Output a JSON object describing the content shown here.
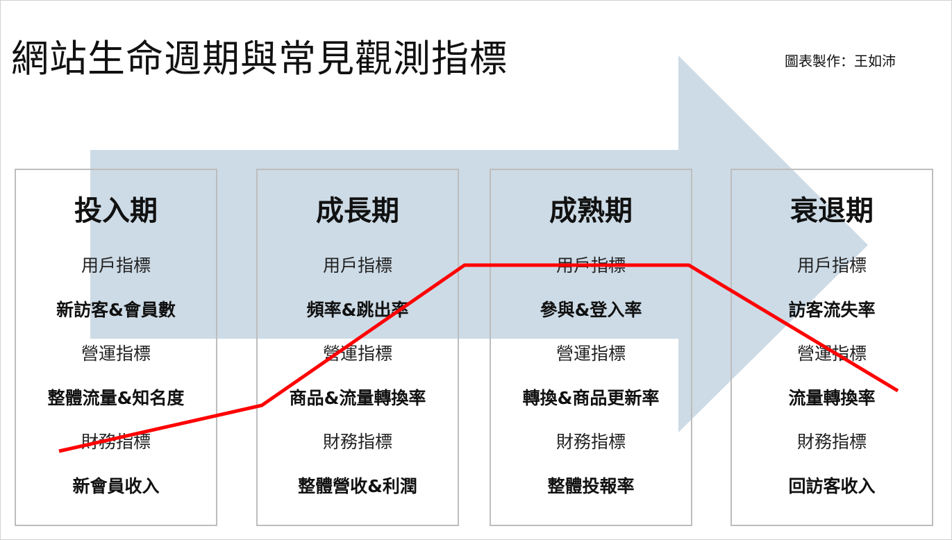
{
  "title": "網站生命週期與常見觀測指標",
  "credit": "圖表製作：王如沛",
  "colors": {
    "arrow": "#cddbe6",
    "trend": "#ff0000",
    "border": "#bdbdbd"
  },
  "stages": [
    {
      "name": "投入期",
      "rows": [
        "用戶指標",
        "新訪客&會員數",
        "營運指標",
        "整體流量&知名度",
        "財務指標",
        "新會員收入"
      ]
    },
    {
      "name": "成長期",
      "rows": [
        "用戶指標",
        "頻率&跳出率",
        "營運指標",
        "商品&流量轉換率",
        "財務指標",
        "整體營收&利潤"
      ]
    },
    {
      "name": "成熟期",
      "rows": [
        "用戶指標",
        "參與&登入率",
        "營運指標",
        "轉換&商品更新率",
        "財務指標",
        "整體投報率"
      ]
    },
    {
      "name": "衰退期",
      "rows": [
        "用戶指標",
        "訪客流失率",
        "營運指標",
        "流量轉換率",
        "財務指標",
        "回訪客收入"
      ]
    }
  ]
}
